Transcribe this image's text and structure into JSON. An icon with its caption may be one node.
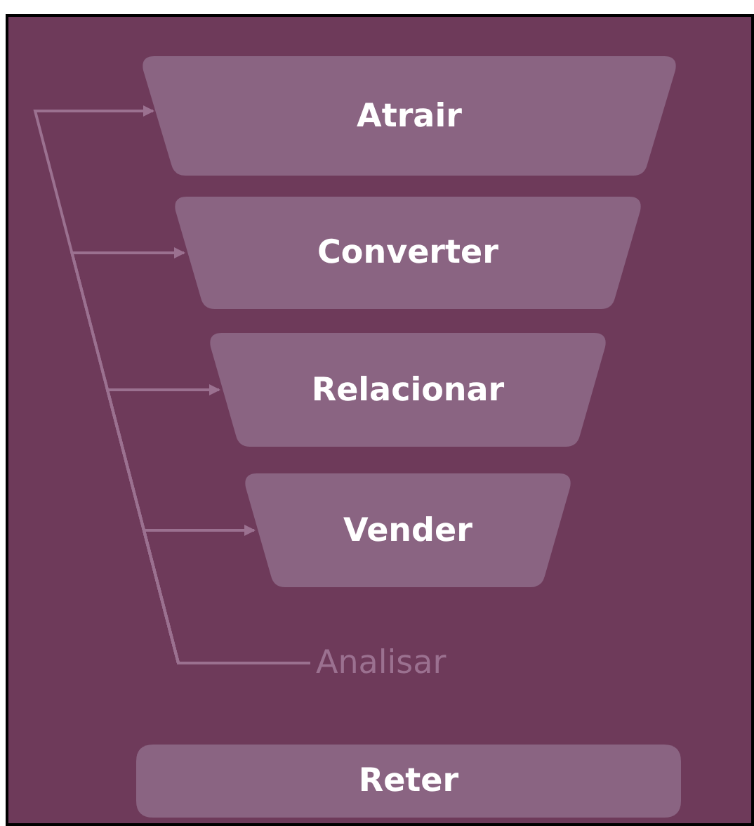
{
  "diagram": {
    "nodes": [
      {
        "text": [
          "Atrair"
        ]
      },
      {
        "text": [
          "Converter"
        ]
      },
      {
        "text": [
          "Relacionar"
        ]
      },
      {
        "text": [
          "Vender"
        ]
      },
      {
        "text": [
          "Analisar"
        ]
      },
      {
        "text": [
          "Reter"
        ]
      }
    ],
    "edges": [
      {
        "from": 4,
        "to": 0,
        "arrow": "to"
      },
      {
        "from": 4,
        "to": 1,
        "arrow": "to"
      },
      {
        "from": 4,
        "to": 2,
        "arrow": "to"
      },
      {
        "from": 4,
        "to": 3,
        "arrow": "to"
      }
    ]
  }
}
